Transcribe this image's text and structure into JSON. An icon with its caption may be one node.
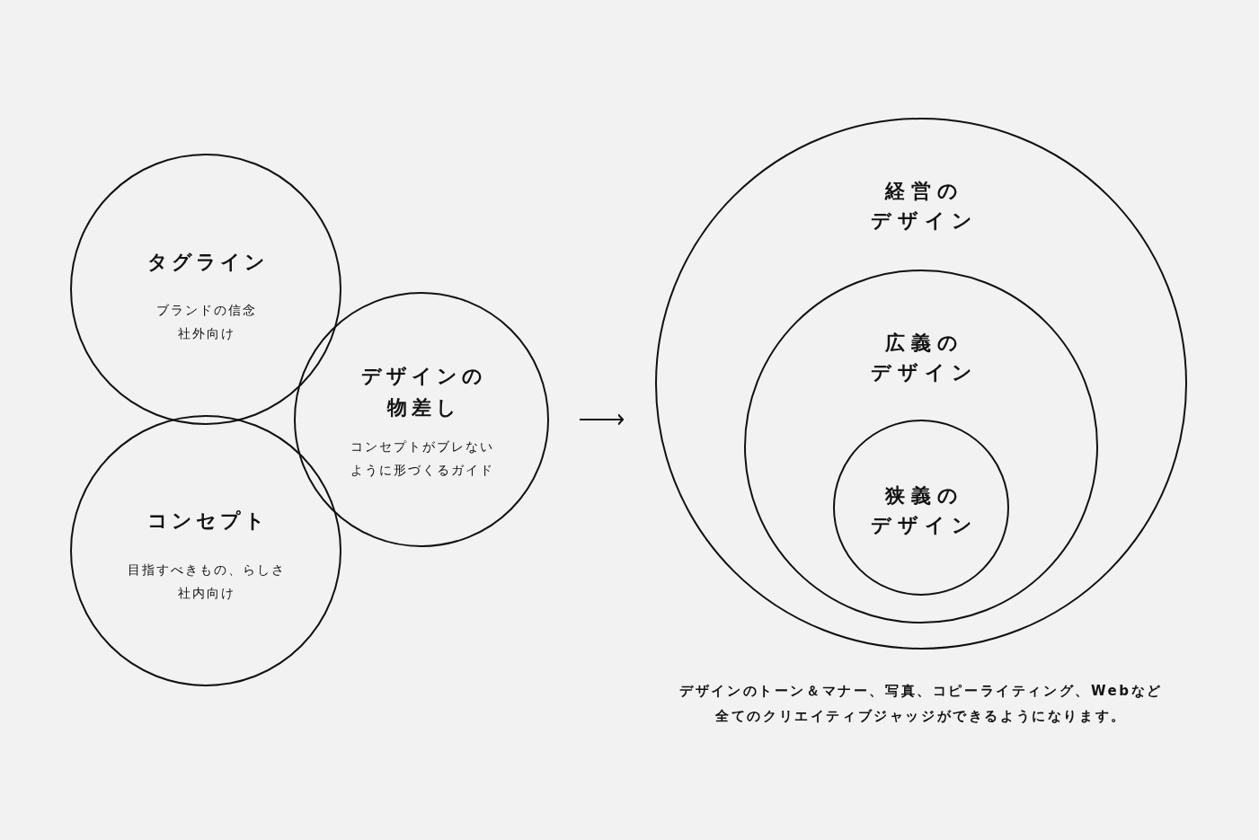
{
  "diagram": {
    "nodes": [
      {
        "text": [
          "タグライン",
          "ブランドの信念",
          "社外向け"
        ]
      },
      {
        "text": [
          "コンセプト",
          "目指すべきもの、らしさ",
          "社内向け"
        ]
      },
      {
        "text": [
          "デザインの物差し",
          "コンセプトがブレないように形づくるガイド"
        ]
      },
      {
        "text": [
          "経営のデザイン"
        ]
      },
      {
        "text": [
          "広義のデザイン"
        ],
        "in": 3
      },
      {
        "text": [
          "狭義のデザイン"
        ],
        "in": 4
      }
    ],
    "edges": [
      {
        "from": 2,
        "to": 3,
        "arrow": "to"
      }
    ],
    "caption": "デザインのトーン＆マナー、写真、コピーライティング、Webなど全てのクリエイティブジャッジができるようになります。"
  }
}
